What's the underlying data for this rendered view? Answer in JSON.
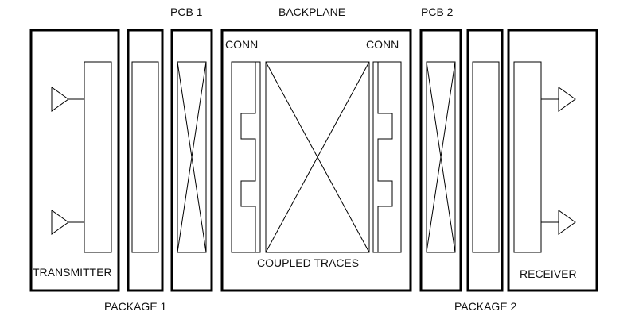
{
  "labels": {
    "pcb1": "PCB 1",
    "backplane": "BACKPLANE",
    "pcb2": "PCB 2",
    "conn_left": "CONN",
    "conn_right": "CONN",
    "transmitter": "TRANSMITTER",
    "coupled_traces": "COUPLED TRACES",
    "receiver": "RECEIVER",
    "package1": "PACKAGE 1",
    "package2": "PACKAGE 2"
  },
  "colors": {
    "stroke": "#000000",
    "background": "#ffffff",
    "text": "#111111"
  }
}
